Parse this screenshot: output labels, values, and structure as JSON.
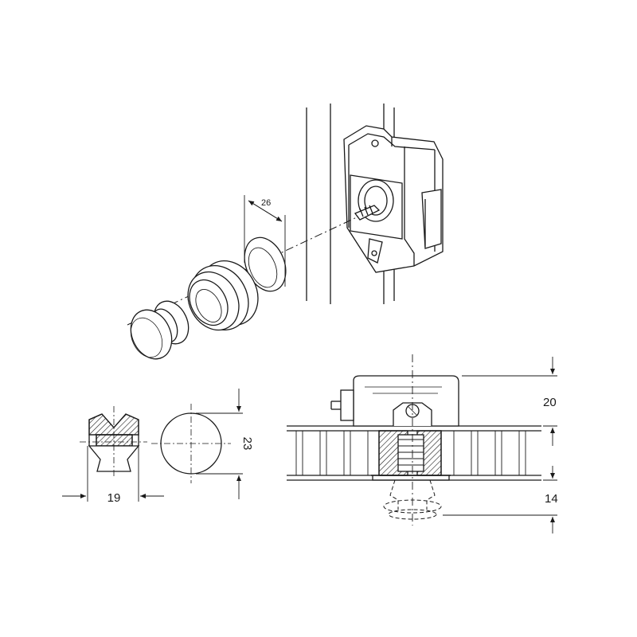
{
  "dimensions": {
    "recess_diameter": "26",
    "knob_width": "19",
    "knob_height": "23",
    "housing_height": "20",
    "panel_thickness": "14"
  },
  "colors": {
    "line": "#1a1a1a",
    "hatch": "#1a1a1a",
    "fill": "#ffffff"
  }
}
